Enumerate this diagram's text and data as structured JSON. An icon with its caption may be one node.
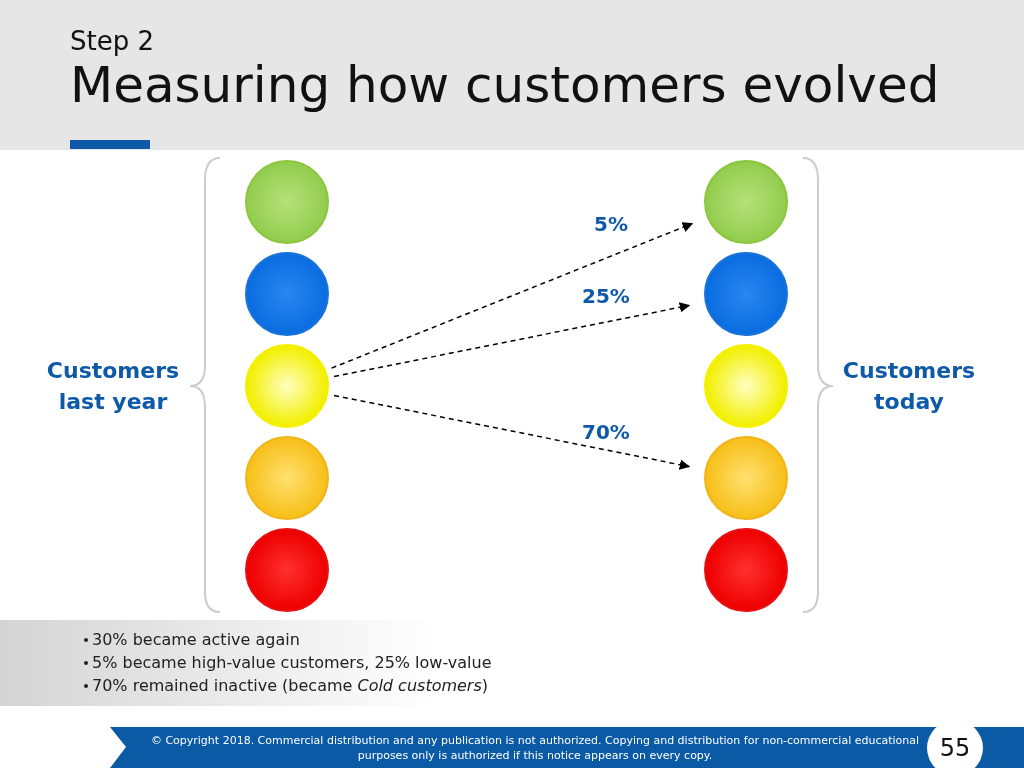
{
  "diagram": {
    "title": "Measuring how customers evolved",
    "nodes": [
      {
        "text": [],
        "shape": "circle"
      },
      {
        "text": [],
        "shape": "circle"
      },
      {
        "text": [],
        "shape": "circle"
      },
      {
        "text": [],
        "shape": "circle"
      },
      {
        "text": [],
        "shape": "circle"
      },
      {
        "text": [],
        "shape": "circle"
      },
      {
        "text": [],
        "shape": "circle"
      },
      {
        "text": [],
        "shape": "circle"
      },
      {
        "text": [],
        "shape": "circle"
      },
      {
        "text": [],
        "shape": "circle"
      }
    ],
    "edges": [
      {
        "from": 2,
        "to": 5,
        "arrow": "to",
        "label": "5%",
        "style": "dashed"
      },
      {
        "from": 2,
        "to": 6,
        "arrow": "to",
        "label": "25%",
        "style": "dashed"
      },
      {
        "from": 2,
        "to": 8,
        "arrow": "to",
        "label": "70%",
        "style": "dashed"
      }
    ],
    "labels": [
      "Step 2",
      "Customers last year",
      "Customers today",
      "30% became active again",
      "5% became high-value customers, 25% low-value",
      "70% remained inactive (became *Cold customers*)",
      "© Copyright 2018. Commercial distribution and any publication is not authorized. Copying and distribution for non-commercial educational purposes only is authorized if this notice appears on every copy.",
      "55"
    ]
  }
}
